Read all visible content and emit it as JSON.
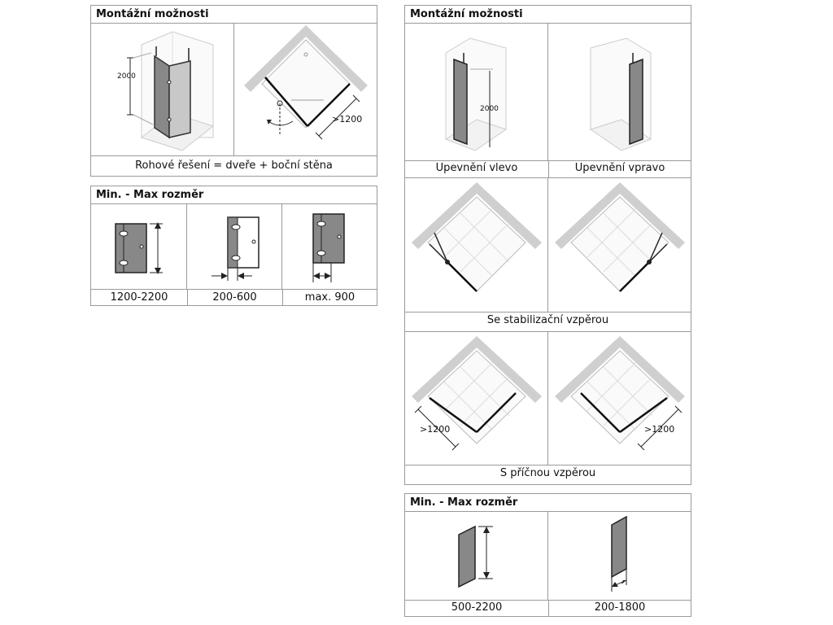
{
  "left": {
    "montaz": {
      "title": "Montážní možnosti",
      "caption": "Rohové řešení = dveře + boční stěna",
      "dim_height": "2000",
      "dim_width": ">1200"
    },
    "minmax": {
      "title": "Min. - Max rozměr",
      "items": [
        "1200-2200",
        "200-600",
        "max. 900"
      ]
    }
  },
  "right": {
    "montaz": {
      "title": "Montážní možnosti",
      "labels": [
        "Upevnění vlevo",
        "Upevnění vpravo"
      ],
      "dim_height": "2000",
      "caption_stab": "Se stabilizační vzpěrou",
      "caption_pricna": "S příčnou vzpěrou",
      "dim_left": ">1200",
      "dim_right": ">1200"
    },
    "minmax": {
      "title": "Min. - Max rozměr",
      "items": [
        "500-2200",
        "200-1800"
      ]
    }
  }
}
